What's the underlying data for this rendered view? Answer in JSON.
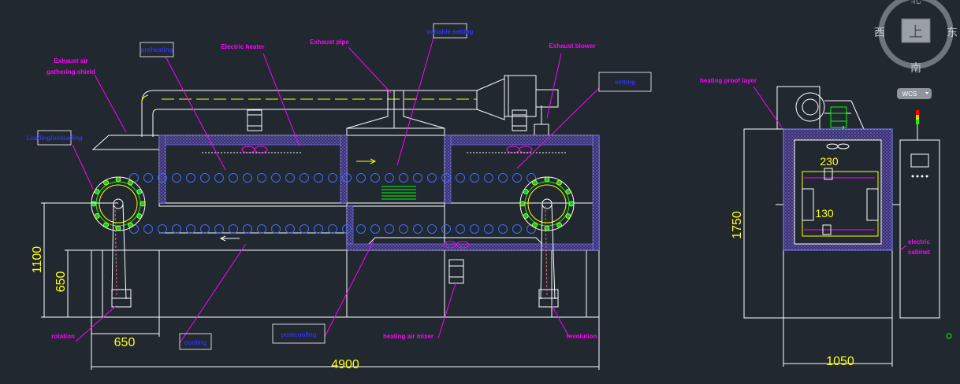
{
  "labels": {
    "exhaust_air_1": "Exhaust air",
    "exhaust_air_2": "gathering shield",
    "preheating": "preheating",
    "electric_heater": "Electric heater",
    "exhaust_pipe": "Exhaust pipe",
    "variable_setting": "variable setting",
    "exhaust_blower": "Exhaust blower",
    "setting": "setting",
    "loading_unloading": "Loading/unloading",
    "heating_proof_layer": "heating proof layer",
    "electric_cabinet_1": "electric",
    "electric_cabinet_2": "cabinet",
    "rotation": "rotation",
    "cooling": "cooling",
    "postcooling": "postcooling",
    "heating_air_mixer": "heating air mixer",
    "revolution": "revolution"
  },
  "dimensions": {
    "total_length": "4900",
    "side_width": "1050",
    "left_height": "1100",
    "left_lower_height": "650",
    "left_width": "650",
    "side_height": "1750",
    "inner_top": "230",
    "inner_mid": "130"
  },
  "compass": {
    "center": "上",
    "west": "西",
    "east": "东",
    "south": "南",
    "north": "北",
    "wcs": "WCS"
  },
  "colors": {
    "background": "#212830",
    "line": "#ffffff",
    "magenta": "#ff00ff",
    "blue_text": "#0000ff",
    "yellow": "#ffff00",
    "green": "#00ff00",
    "cyan": "#00ffff"
  }
}
